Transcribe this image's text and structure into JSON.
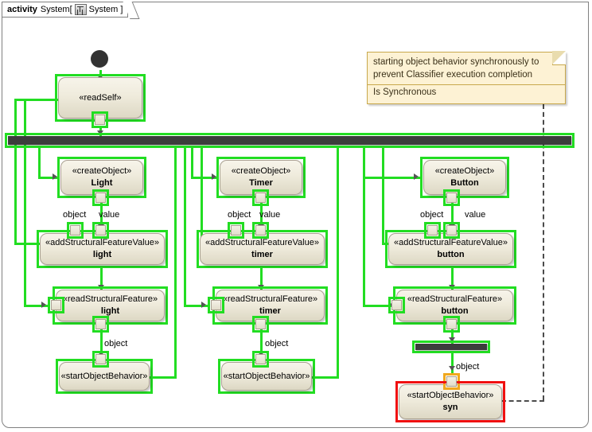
{
  "diagram": {
    "type": "uml-activity-diagram",
    "frame": {
      "keyword": "activity",
      "name": "System[",
      "icon": "classifier-icon",
      "qualifier": "System ]"
    },
    "note": {
      "text": "starting object behavior synchronously to prevent Classifier execution completion",
      "footer": "Is Synchronous"
    },
    "initial_node": "initial-node",
    "fork_bar": "fork-node",
    "join_bar": "join-node",
    "nodes": [
      {
        "id": "readSelf",
        "stereotype": "«readSelf»",
        "name": ""
      },
      {
        "id": "createLight",
        "stereotype": "«createObject»",
        "name": "Light"
      },
      {
        "id": "asfvLight",
        "stereotype": "«addStructuralFeatureValue»",
        "name": "light"
      },
      {
        "id": "rsfLight",
        "stereotype": "«readStructuralFeature»",
        "name": "light"
      },
      {
        "id": "sobLight",
        "stereotype": "«startObjectBehavior»",
        "name": ""
      },
      {
        "id": "createTimer",
        "stereotype": "«createObject»",
        "name": "Timer"
      },
      {
        "id": "asfvTimer",
        "stereotype": "«addStructuralFeatureValue»",
        "name": "timer"
      },
      {
        "id": "rsfTimer",
        "stereotype": "«readStructuralFeature»",
        "name": "timer"
      },
      {
        "id": "sobTimer",
        "stereotype": "«startObjectBehavior»",
        "name": ""
      },
      {
        "id": "createButton",
        "stereotype": "«createObject»",
        "name": "Button"
      },
      {
        "id": "asfvButton",
        "stereotype": "«addStructuralFeatureValue»",
        "name": "button"
      },
      {
        "id": "rsfButton",
        "stereotype": "«readStructuralFeature»",
        "name": "button"
      },
      {
        "id": "sobSyn",
        "stereotype": "«startObjectBehavior»",
        "name": "syn"
      }
    ],
    "pin_labels": {
      "object": "object",
      "value": "value"
    },
    "colors": {
      "selection": "#22dd22",
      "selection_error": "#f01010",
      "pin_highlight": "#f0a81e",
      "node_fill_top": "#f7f4ea",
      "node_fill_bottom": "#ddd8c4",
      "node_border": "#a9a191",
      "bar_fill": "#3c3c3c",
      "note_fill": "#fdf2d4",
      "note_border": "#c8a84c",
      "frame_border": "#808080"
    }
  }
}
